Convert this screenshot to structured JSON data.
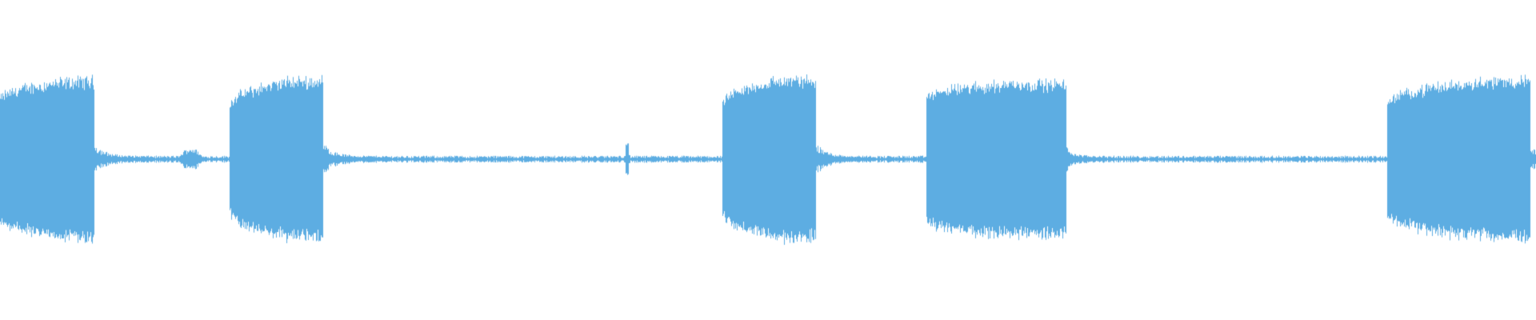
{
  "waveform": {
    "color": "#5dade2",
    "background": "#ffffff",
    "segments": [
      {
        "kind": "burst",
        "start": 0.0,
        "end": 0.061,
        "start_amp": 0.78,
        "peak_amp": 0.97,
        "end_amp": 1.0
      },
      {
        "kind": "decay",
        "start": 0.061,
        "end": 0.1,
        "amp": 0.12
      },
      {
        "kind": "silence",
        "start": 0.1,
        "end": 0.116,
        "amp": 0.03
      },
      {
        "kind": "blip",
        "start": 0.116,
        "end": 0.132,
        "amp": 0.1
      },
      {
        "kind": "silence",
        "start": 0.132,
        "end": 0.149,
        "amp": 0.03
      },
      {
        "kind": "burst",
        "start": 0.149,
        "end": 0.21,
        "start_amp": 0.7,
        "peak_amp": 0.98,
        "end_amp": 1.0
      },
      {
        "kind": "decay",
        "start": 0.21,
        "end": 0.25,
        "amp": 0.12
      },
      {
        "kind": "silence",
        "start": 0.25,
        "end": 0.406,
        "amp": 0.03
      },
      {
        "kind": "spike",
        "start": 0.406,
        "end": 0.41,
        "amp": 0.22
      },
      {
        "kind": "silence",
        "start": 0.41,
        "end": 0.47,
        "amp": 0.03
      },
      {
        "kind": "burst",
        "start": 0.47,
        "end": 0.531,
        "start_amp": 0.7,
        "peak_amp": 1.0,
        "end_amp": 1.0
      },
      {
        "kind": "decay",
        "start": 0.531,
        "end": 0.57,
        "amp": 0.12
      },
      {
        "kind": "silence",
        "start": 0.57,
        "end": 0.603,
        "amp": 0.03
      },
      {
        "kind": "burst",
        "start": 0.603,
        "end": 0.694,
        "start_amp": 0.8,
        "peak_amp": 0.96,
        "end_amp": 0.95
      },
      {
        "kind": "decay",
        "start": 0.694,
        "end": 0.72,
        "amp": 0.08
      },
      {
        "kind": "silence",
        "start": 0.72,
        "end": 0.903,
        "amp": 0.03
      },
      {
        "kind": "burst",
        "start": 0.903,
        "end": 0.996,
        "start_amp": 0.73,
        "peak_amp": 0.98,
        "end_amp": 1.0
      },
      {
        "kind": "silence",
        "start": 0.996,
        "end": 1.0,
        "amp": 0.12
      }
    ]
  }
}
